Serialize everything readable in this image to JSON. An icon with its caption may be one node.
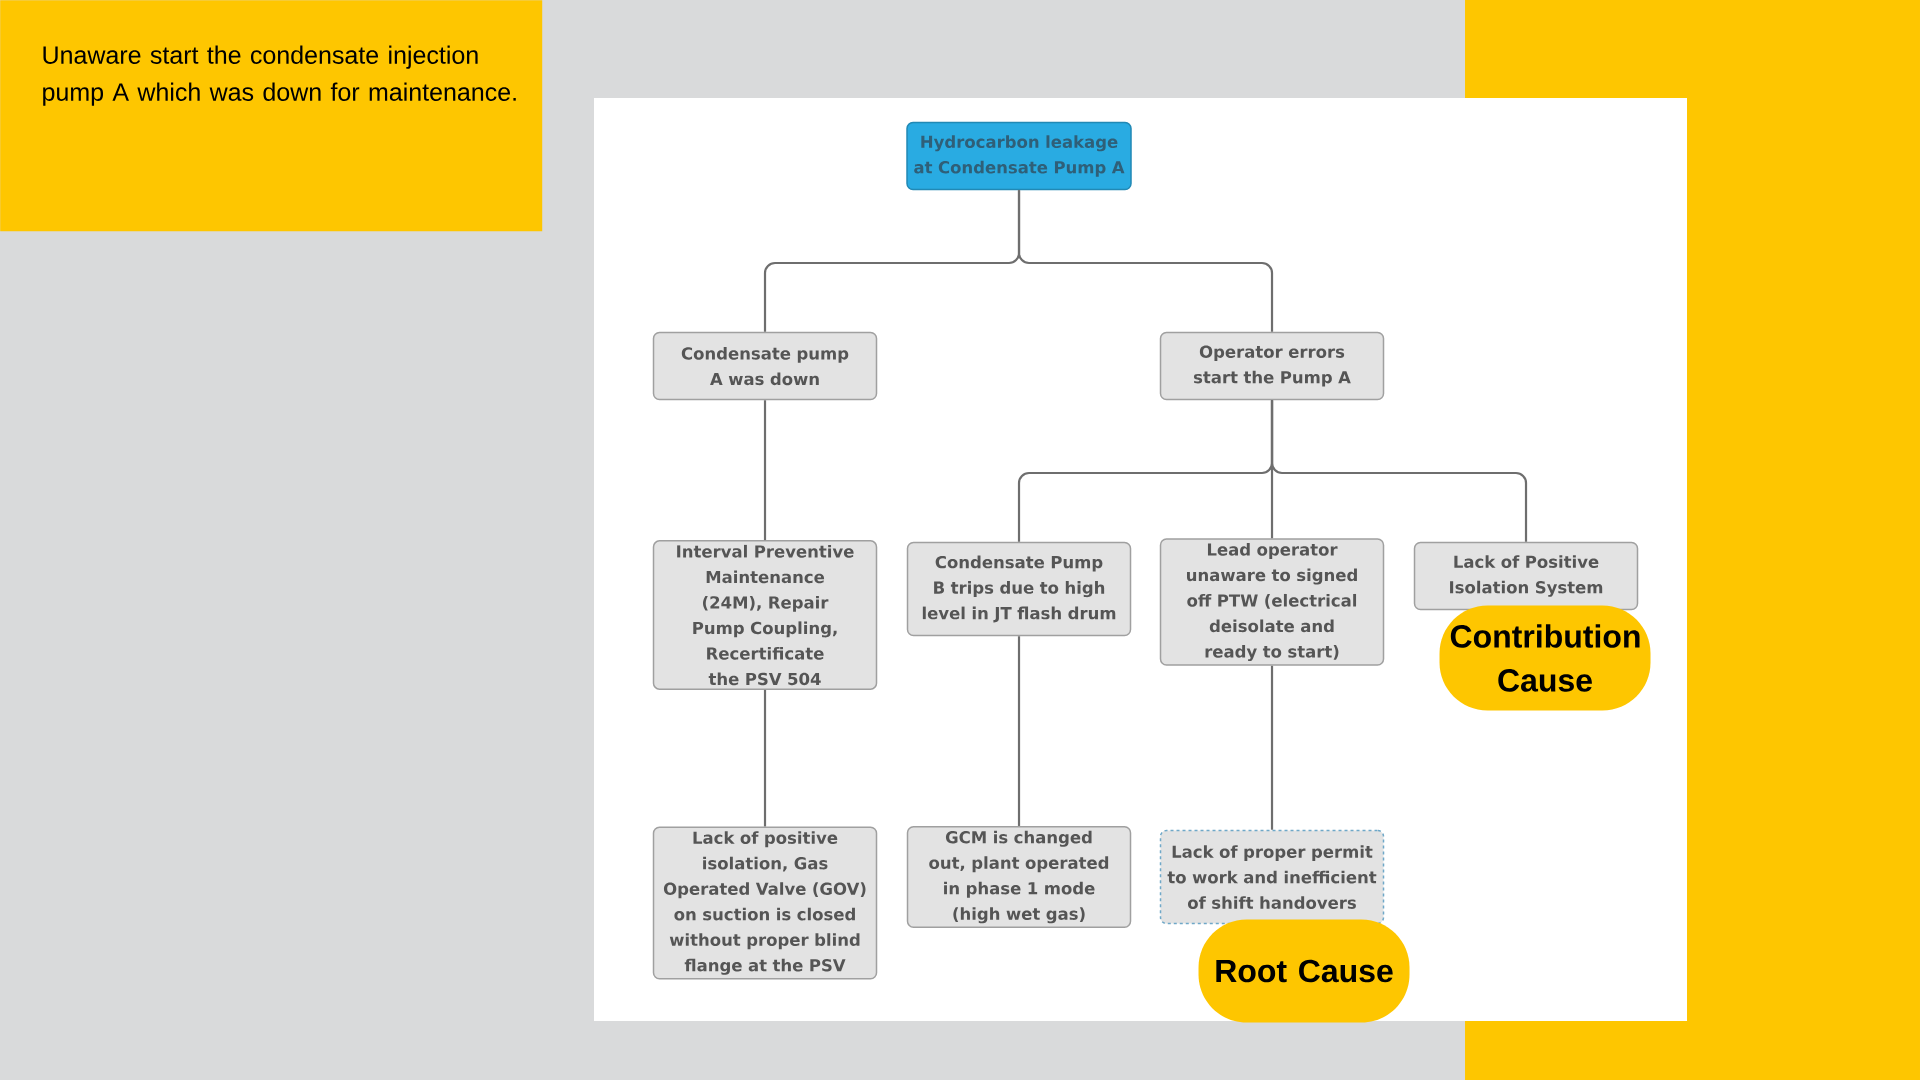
{
  "diagram": {
    "nodes": [
      {
        "text": [
          "Unaware start the condensate injection pump A which was down for maintenance."
        ]
      },
      {
        "text": [
          "Hydrocarbon leakage at Condensate Pump A"
        ]
      },
      {
        "text": [
          "Condensate pump A was down"
        ]
      },
      {
        "text": [
          "Operator errors start the Pump A"
        ]
      },
      {
        "text": [
          "Interval Preventive Maintenance (24M), Repair Pump Coupling, Recertificate the PSV 504"
        ]
      },
      {
        "text": [
          "Condensate Pump B trips due to high level in JT flash drum"
        ]
      },
      {
        "text": [
          "Lead operator unaware to signed off PTW (electrical deisolate and ready to start)"
        ]
      },
      {
        "text": [
          "Lack of Positive Isolation System"
        ]
      },
      {
        "text": [
          "Lack of positive isolation, Gas Operated Valve (GOV) on suction is closed without proper blind flange at the PSV"
        ]
      },
      {
        "text": [
          "GCM is changed out, plant operated in phase 1 mode (high wet gas)"
        ]
      },
      {
        "text": [
          "Lack of proper permit to work and inefficient of shift handovers"
        ]
      },
      {
        "text": [
          "Contribution Cause"
        ]
      },
      {
        "text": [
          "Root Cause"
        ]
      }
    ],
    "edges": [
      {
        "from": 1,
        "to": 2,
        "arrow": "none"
      },
      {
        "from": 1,
        "to": 3,
        "arrow": "none"
      },
      {
        "from": 2,
        "to": 4,
        "arrow": "none"
      },
      {
        "from": 4,
        "to": 8,
        "arrow": "none"
      },
      {
        "from": 3,
        "to": 5,
        "arrow": "none"
      },
      {
        "from": 3,
        "to": 6,
        "arrow": "none"
      },
      {
        "from": 3,
        "to": 7,
        "arrow": "none"
      },
      {
        "from": 5,
        "to": 9,
        "arrow": "none"
      },
      {
        "from": 6,
        "to": 10,
        "arrow": "none"
      }
    ]
  }
}
